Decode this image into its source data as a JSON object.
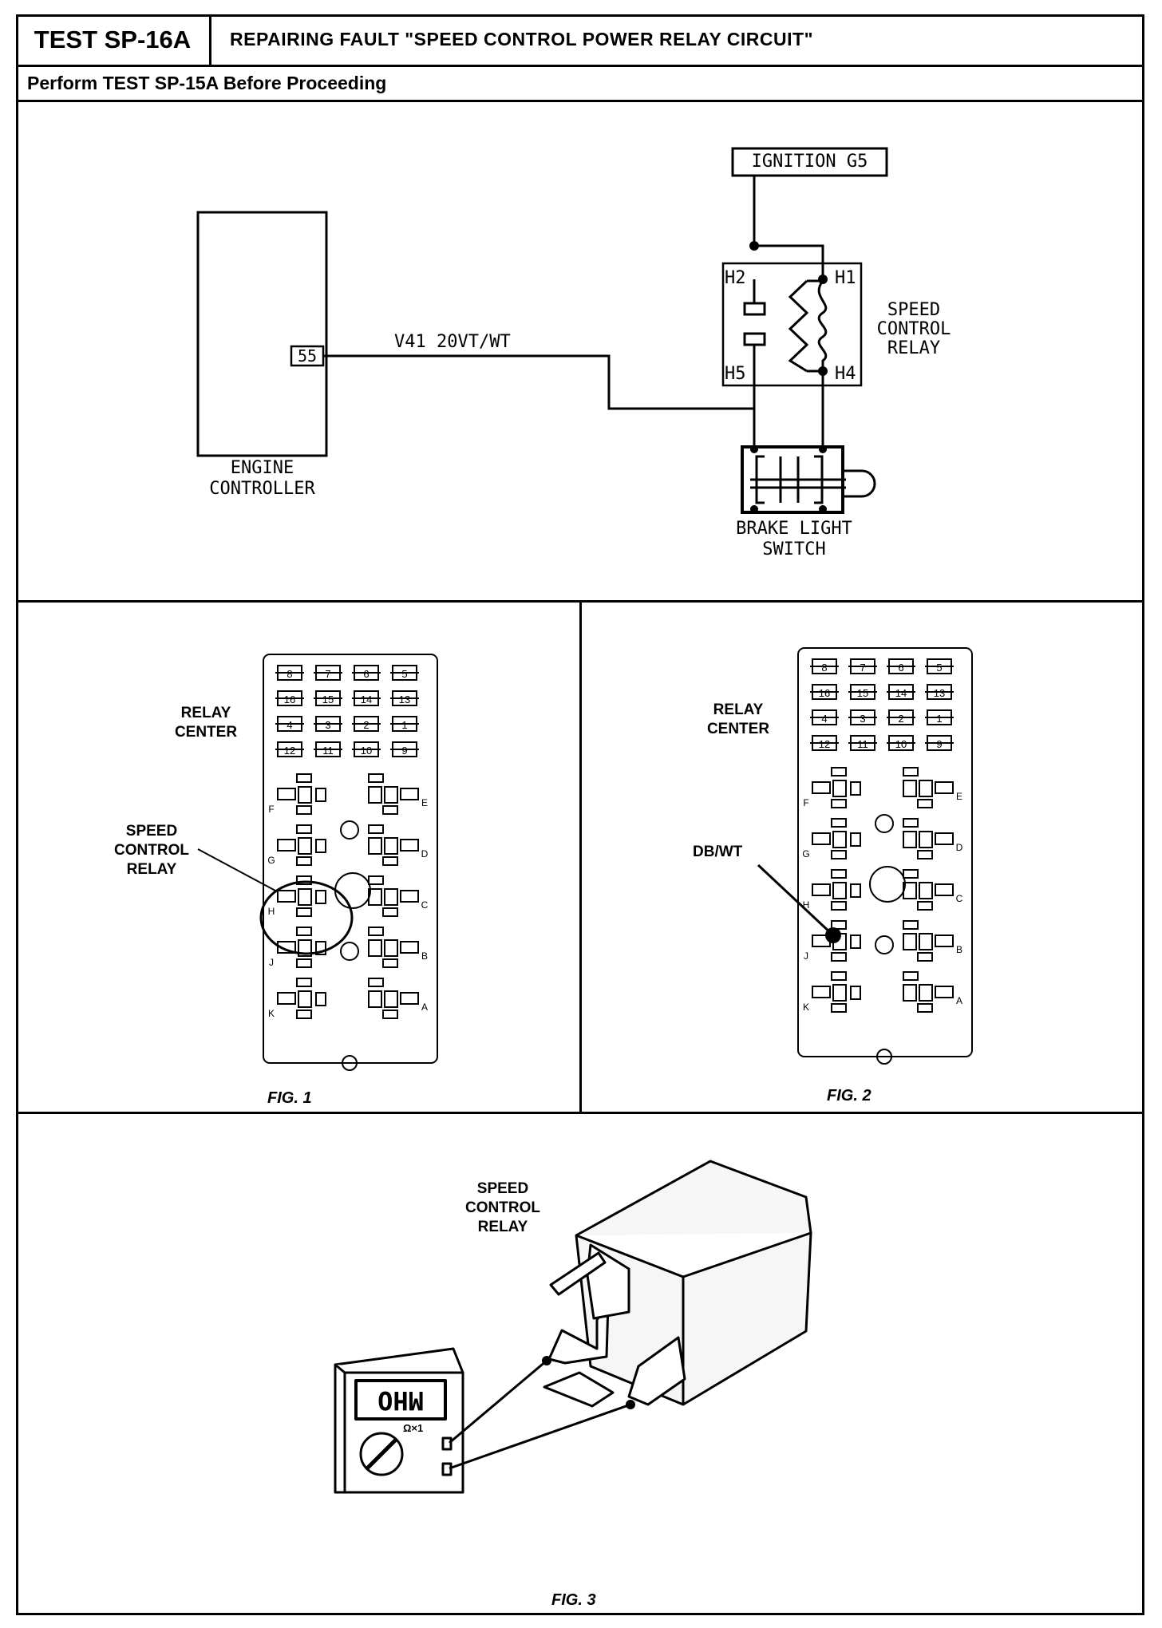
{
  "header": {
    "test_id": "TEST SP-16A",
    "title": "REPAIRING FAULT \"SPEED CONTROL POWER RELAY CIRCUIT\"",
    "subtitle": "Perform TEST SP-15A Before Proceeding"
  },
  "schematic": {
    "ignition": "IGNITION G5",
    "pin": "55",
    "wire": "V41 20VT/WT",
    "engine_controller": [
      "ENGINE",
      "CONTROLLER"
    ],
    "relay_label": [
      "SPEED",
      "CONTROL",
      "RELAY"
    ],
    "terminals": {
      "h1": "H1",
      "h2": "H2",
      "h4": "H4",
      "h5": "H5"
    },
    "brake_switch": [
      "BRAKE LIGHT",
      "SWITCH"
    ]
  },
  "fig1": {
    "relay_center": [
      "RELAY",
      "CENTER"
    ],
    "speed_control_relay": [
      "SPEED",
      "CONTROL",
      "RELAY"
    ],
    "caption": "FIG. 1"
  },
  "fig2": {
    "relay_center": [
      "RELAY",
      "CENTER"
    ],
    "wire_label": "DB/WT",
    "caption": "FIG. 2"
  },
  "fig3": {
    "relay_label": [
      "SPEED",
      "CONTROL",
      "RELAY"
    ],
    "meter_display": "OHM",
    "range": "Ω×1",
    "caption": "FIG. 3"
  },
  "relay_center_data": {
    "fuse_rows": [
      [
        "8",
        "7",
        "6",
        "5"
      ],
      [
        "16",
        "15",
        "14",
        "13"
      ],
      [
        "4",
        "3",
        "2",
        "1"
      ],
      [
        "12",
        "11",
        "10",
        "9"
      ]
    ],
    "row_letters_left": [
      "F",
      "G",
      "H",
      "J",
      "K"
    ],
    "row_letters_right": [
      "E",
      "D",
      "C",
      "B",
      "A"
    ]
  }
}
